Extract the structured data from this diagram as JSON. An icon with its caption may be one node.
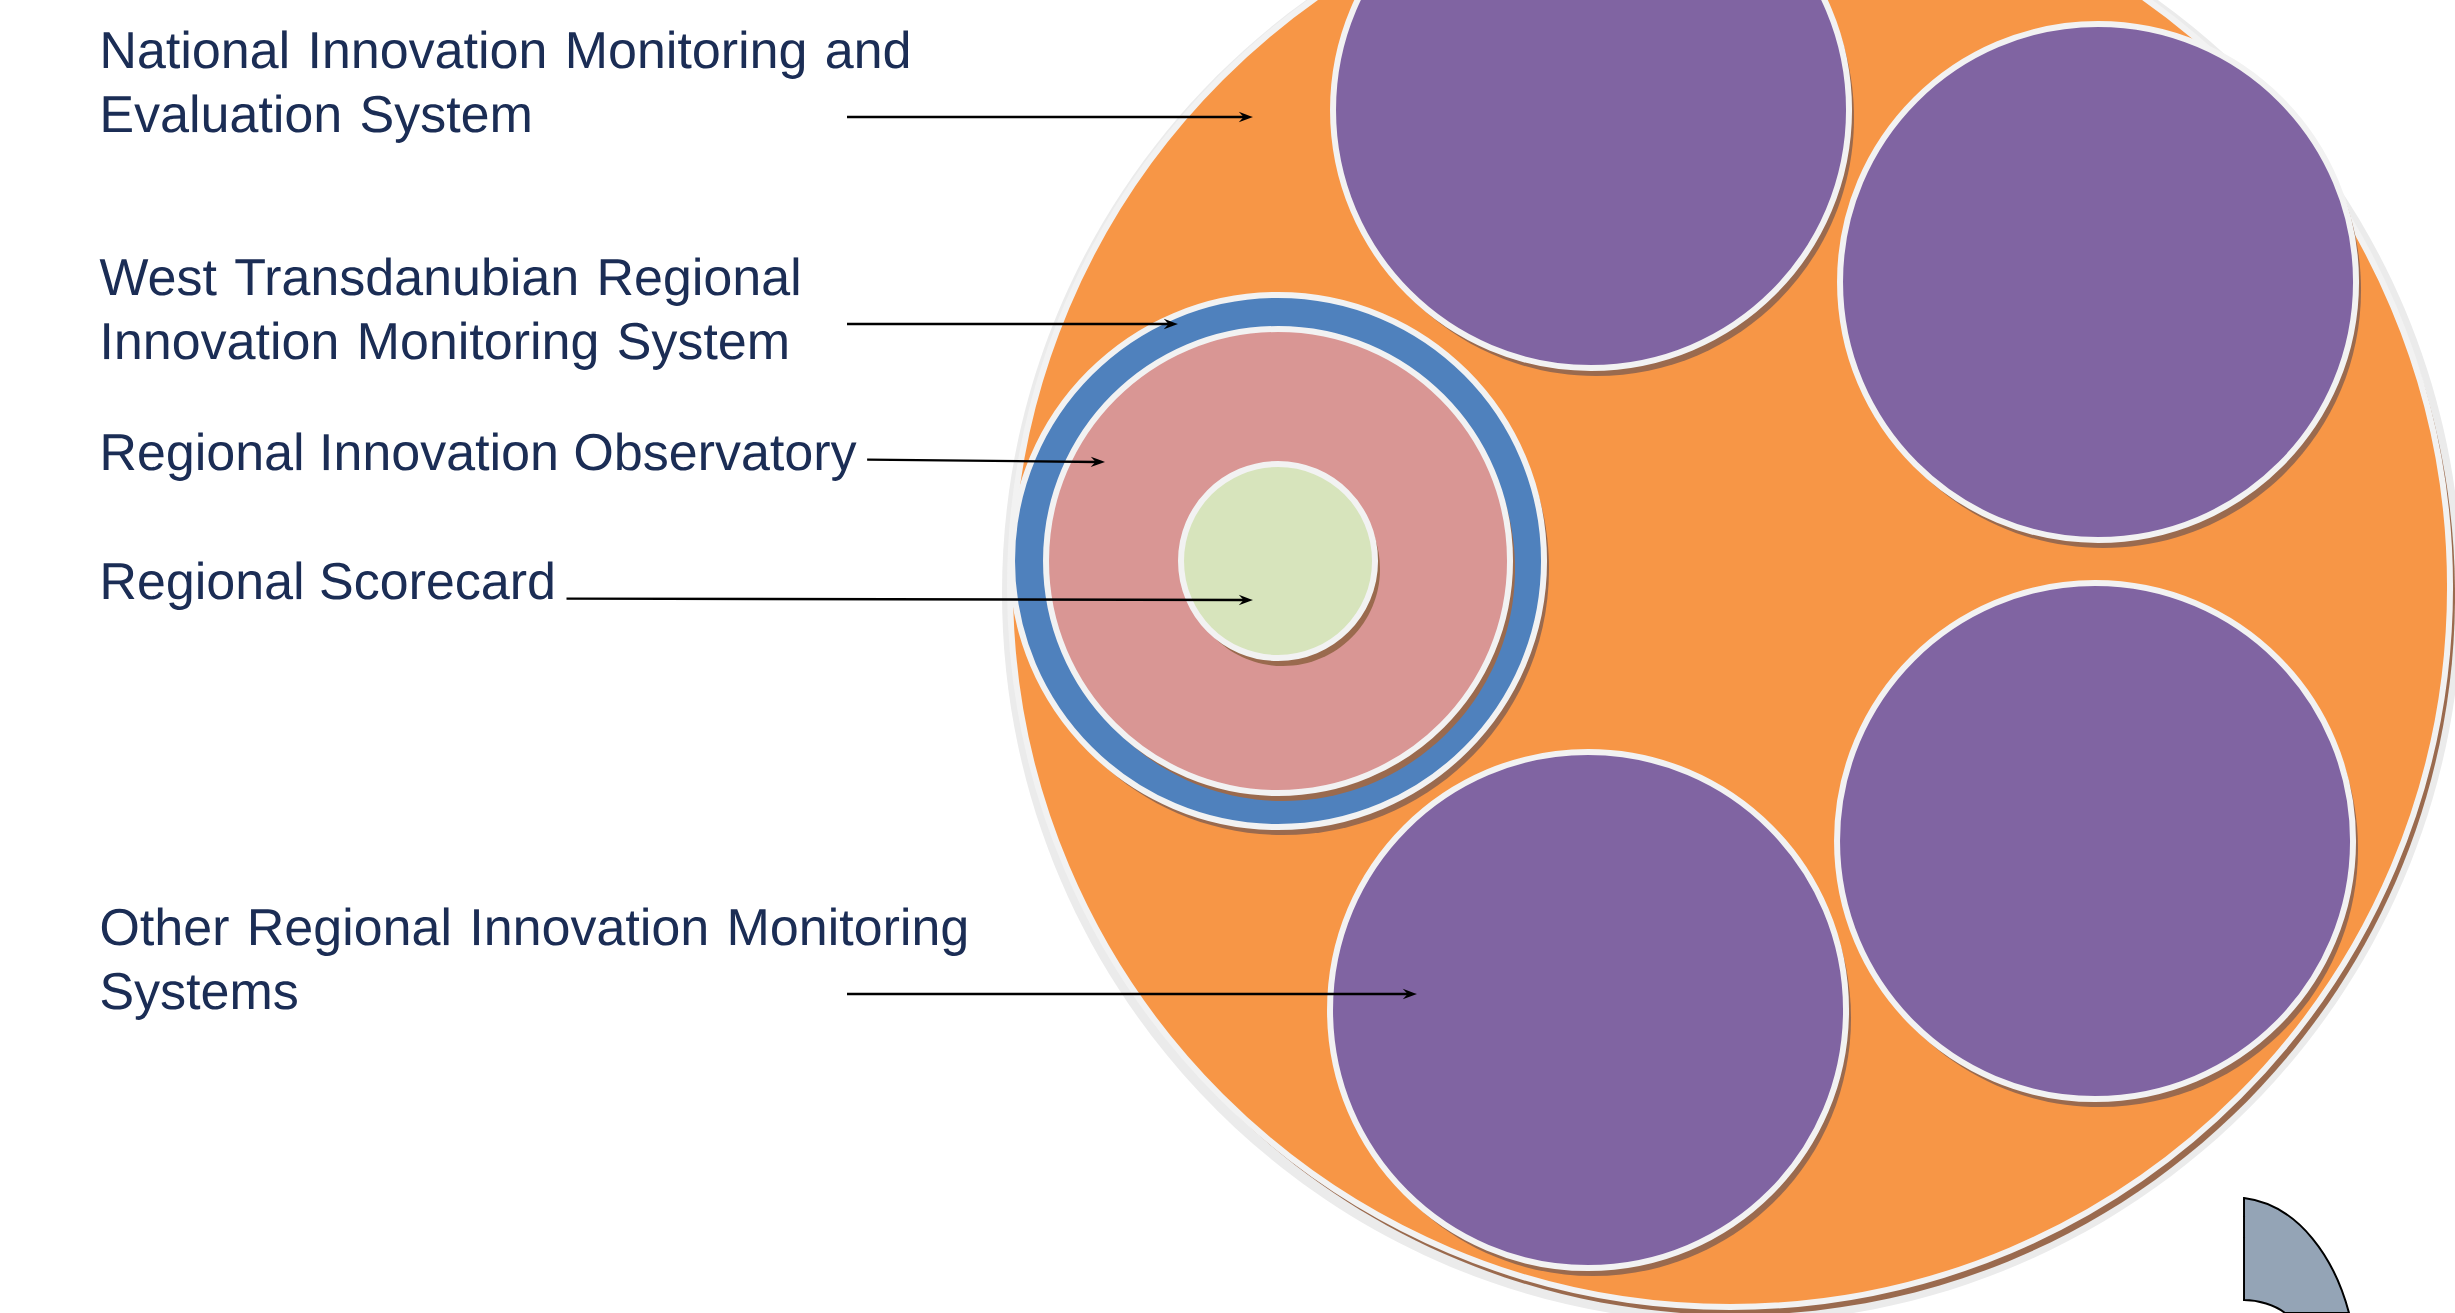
{
  "diagram": {
    "nodes": [
      {
        "text": [
          "National Innovation Monitoring and Evaluation System"
        ]
      },
      {
        "text": [
          "West Transdanubian Regional Innovation Monitoring System"
        ]
      },
      {
        "text": [
          "Regional Innovation Observatory"
        ]
      },
      {
        "text": [
          "Regional Scorecard"
        ]
      },
      {
        "text": [
          "Other Regional Innovation Monitoring Systems"
        ]
      },
      {
        "text": [],
        "shape": "circle"
      },
      {
        "text": [],
        "shape": "circle",
        "in": 5
      },
      {
        "text": [],
        "shape": "circle",
        "in": 6
      },
      {
        "text": [],
        "shape": "circle",
        "in": 7
      },
      {
        "text": [],
        "shape": "circle",
        "in": 5
      },
      {
        "text": [],
        "shape": "circle",
        "in": 5
      },
      {
        "text": [],
        "shape": "circle",
        "in": 5
      },
      {
        "text": [],
        "shape": "circle",
        "in": 5
      }
    ],
    "edges": [
      {
        "from": 0,
        "to": 5,
        "arrow": "to"
      },
      {
        "from": 1,
        "to": 6,
        "arrow": "to"
      },
      {
        "from": 2,
        "to": 7,
        "arrow": "to"
      },
      {
        "from": 3,
        "to": 8,
        "arrow": "to"
      },
      {
        "from": 4,
        "to": 12,
        "arrow": "to"
      }
    ]
  }
}
